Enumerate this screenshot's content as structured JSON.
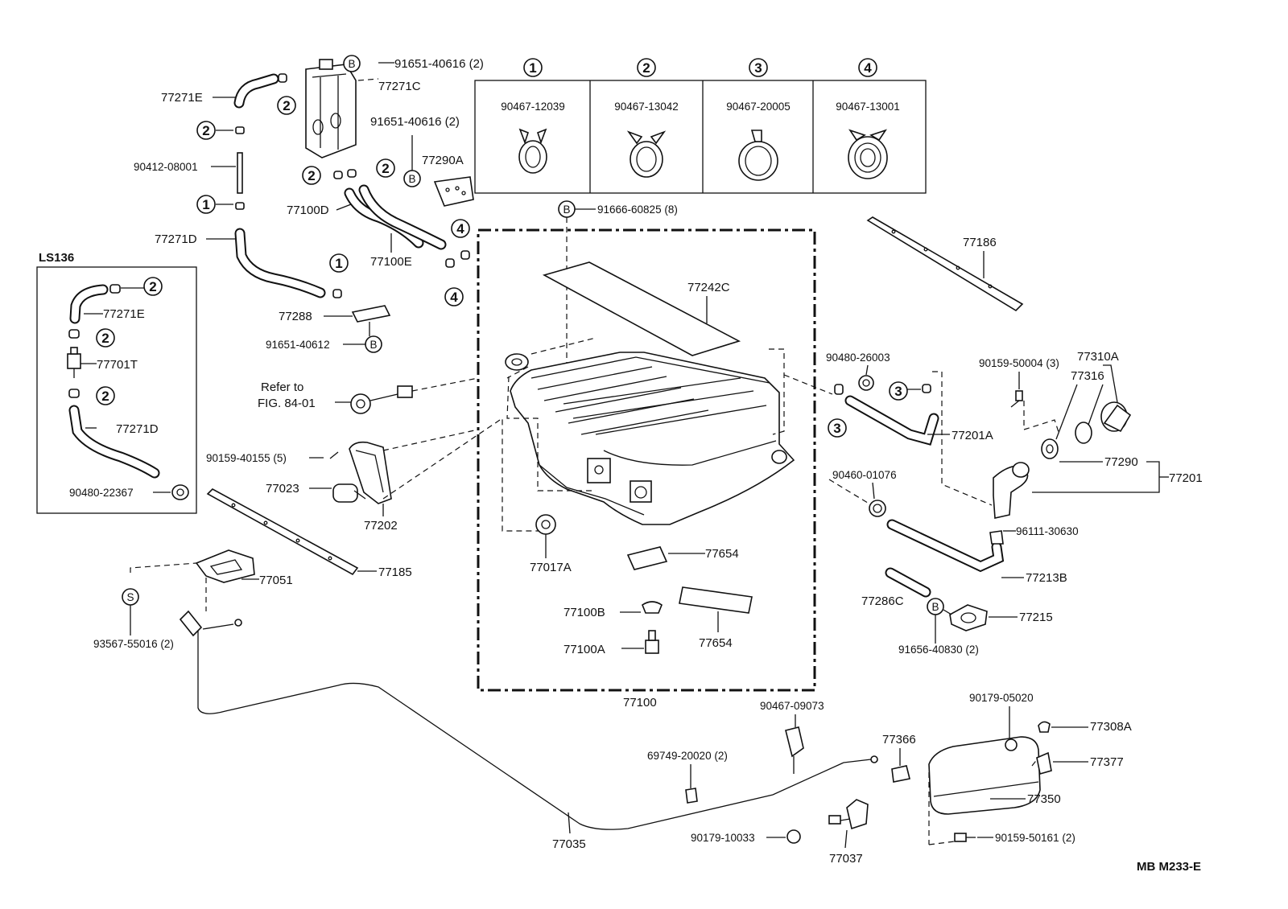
{
  "diagram_code": "MB  M233-E",
  "refer_note": {
    "line1": "Refer to",
    "line2": "FIG. 84-01"
  },
  "inset": {
    "label": "LS136"
  },
  "clamp_table": [
    {
      "num": "1",
      "part": "90467-12039"
    },
    {
      "num": "2",
      "part": "90467-13042"
    },
    {
      "num": "3",
      "part": "90467-20005"
    },
    {
      "num": "4",
      "part": "90467-13001"
    }
  ],
  "callout_letters": {
    "b": "B",
    "s": "S"
  },
  "labels": {
    "p91651_40616_a": "91651-40616 (2)",
    "p77271C": "77271C",
    "p77271E": "77271E",
    "p91651_40616_b": "91651-40616 (2)",
    "p90412_08001": "90412-08001",
    "p77290A": "77290A",
    "p77100D": "77100D",
    "p77100E": "77100E",
    "p77271D": "77271D",
    "p77288": "77288",
    "p91651_40612": "91651-40612",
    "p91666_60825": "91666-60825 (8)",
    "p77242C": "77242C",
    "p77186": "77186",
    "p90480_26003": "90480-26003",
    "p90159_50004": "90159-50004 (3)",
    "p77310A": "77310A",
    "p77316": "77316",
    "p77201A": "77201A",
    "p77290": "77290",
    "p77201": "77201",
    "p90460_01076": "90460-01076",
    "p96111_30630": "96111-30630",
    "p77213B": "77213B",
    "p77286C": "77286C",
    "p77215": "77215",
    "p91656_40830": "91656-40830 (2)",
    "i77271E": "77271E",
    "i77701T": "77701T",
    "i77271D": "77271D",
    "i90480_22367": "90480-22367",
    "p90159_40155": "90159-40155 (5)",
    "p77023": "77023",
    "p77202": "77202",
    "p77017A": "77017A",
    "p77654_a": "77654",
    "p77100B": "77100B",
    "p77654_b": "77654",
    "p77100A": "77100A",
    "p77100": "77100",
    "p77185": "77185",
    "p77051": "77051",
    "p93567_55016": "93567-55016 (2)",
    "p90467_09073": "90467-09073",
    "p69749_20020": "69749-20020 (2)",
    "p77366": "77366",
    "p90179_05020": "90179-05020",
    "p77308A": "77308A",
    "p77377": "77377",
    "p77350": "77350",
    "p90179_10033": "90179-10033",
    "p77037": "77037",
    "p90159_50161": "90159-50161 (2)",
    "p77035": "77035"
  }
}
